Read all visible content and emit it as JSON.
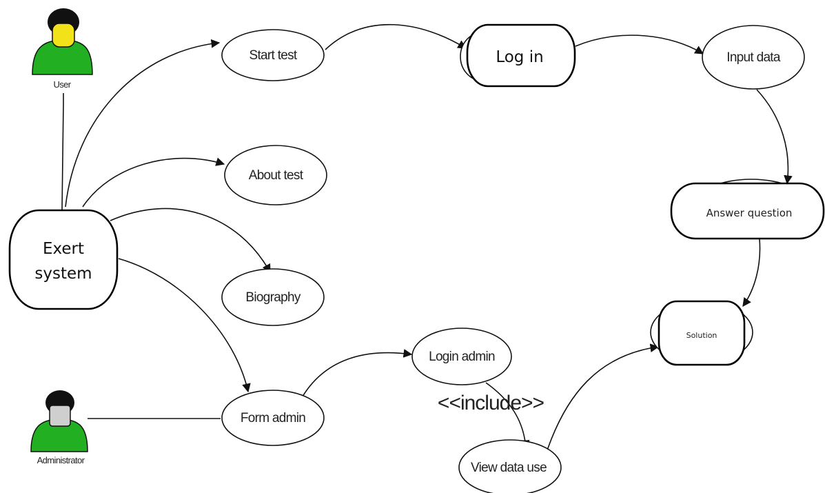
{
  "actors": {
    "user": "User",
    "administrator": "Administrator"
  },
  "nodes": {
    "exert_system": [
      "Exert",
      "system"
    ],
    "start_test": "Start test",
    "log_in": "Log in",
    "input_data": "Input data",
    "about_test": "About test",
    "biography": "Biography",
    "answer_question": "Answer question",
    "solution": "Solution",
    "login_admin": "Login admin",
    "form_admin": "Form admin",
    "view_data_use": "View data use"
  },
  "relations": {
    "include": "<<include>>"
  },
  "colors": {
    "actor_body": "#22b022",
    "actor_head": "#f2e21a",
    "actor_hair": "#111111",
    "admin_face": "#cfcfcf",
    "stroke": "#111111"
  }
}
